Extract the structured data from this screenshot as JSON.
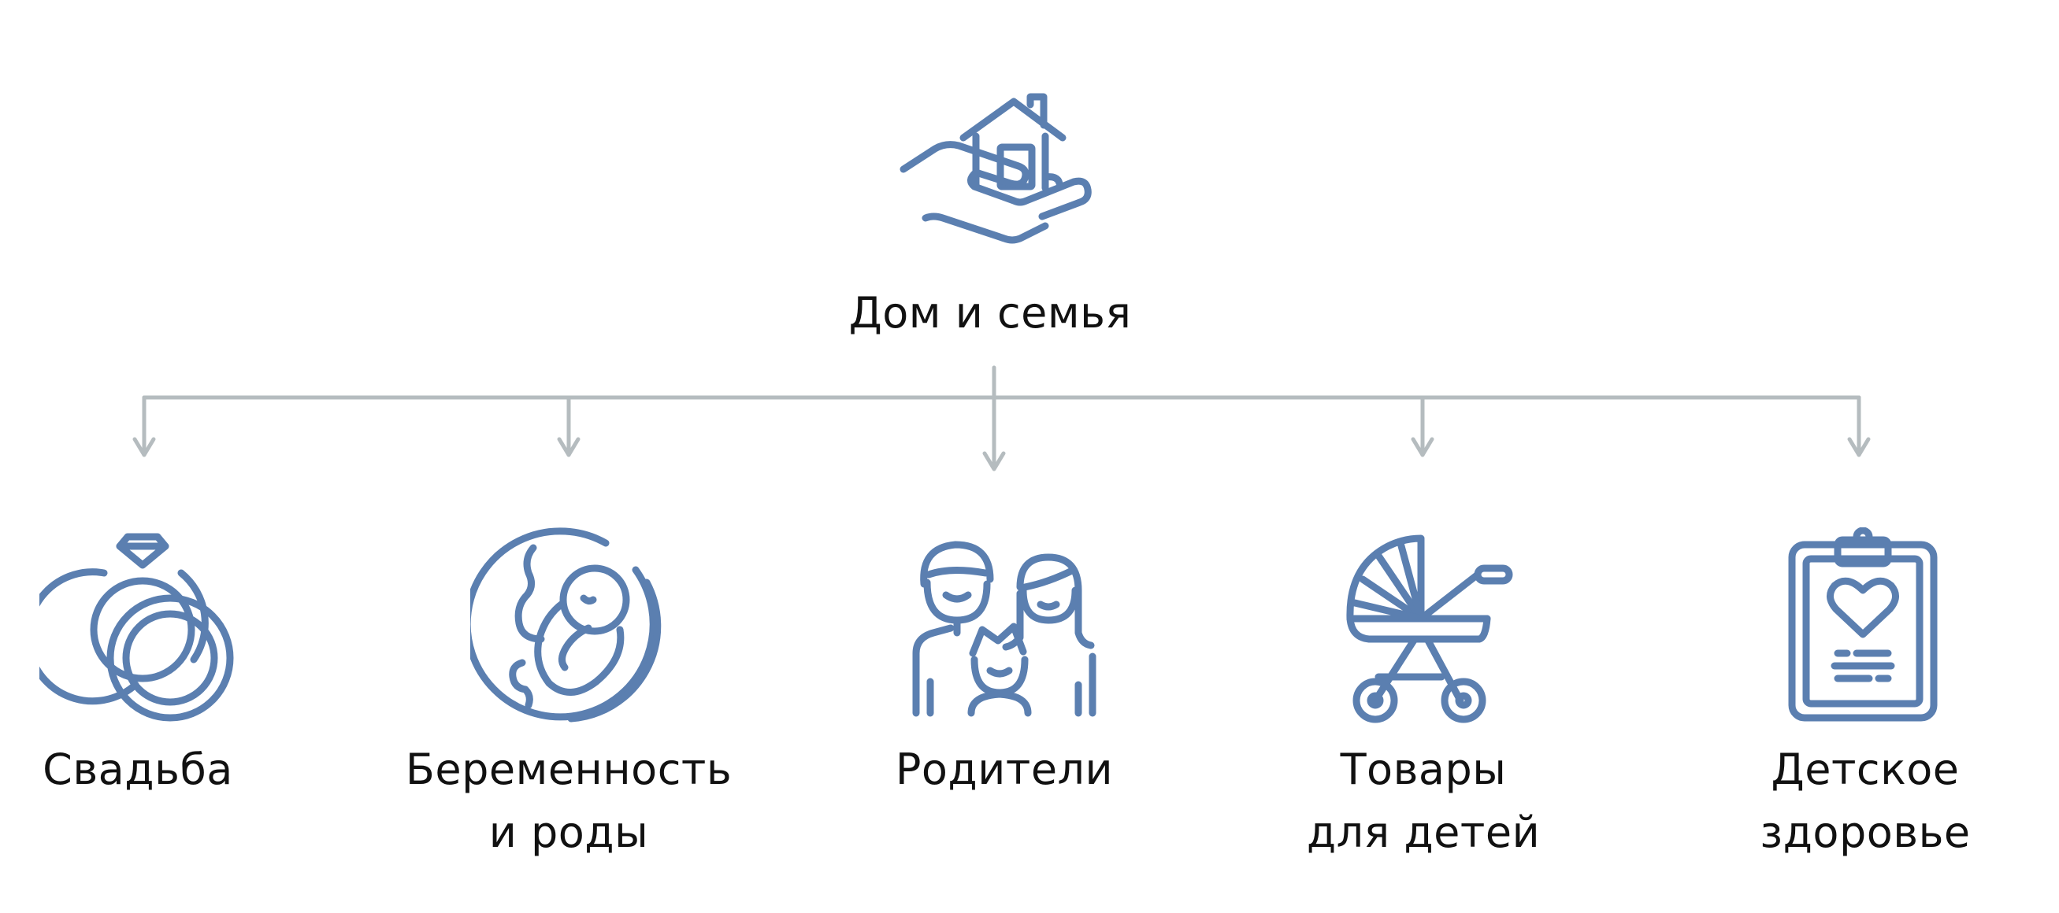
{
  "root": {
    "label": "Дом и семья",
    "icon": "hand-holding-house-icon"
  },
  "children": [
    {
      "label_line1": "Свадьба",
      "label_line2": "",
      "icon": "wedding-rings-icon"
    },
    {
      "label_line1": "Беременность",
      "label_line2": "и роды",
      "icon": "fetus-icon"
    },
    {
      "label_line1": "Родители",
      "label_line2": "",
      "icon": "family-icon"
    },
    {
      "label_line1": "Товары",
      "label_line2": "для детей",
      "icon": "baby-stroller-icon"
    },
    {
      "label_line1": "Детское",
      "label_line2": "здоровье",
      "icon": "medical-clipboard-icon"
    }
  ],
  "colors": {
    "icon": "#5b7fb0",
    "connector": "#b5bcbf",
    "text": "#111111"
  }
}
